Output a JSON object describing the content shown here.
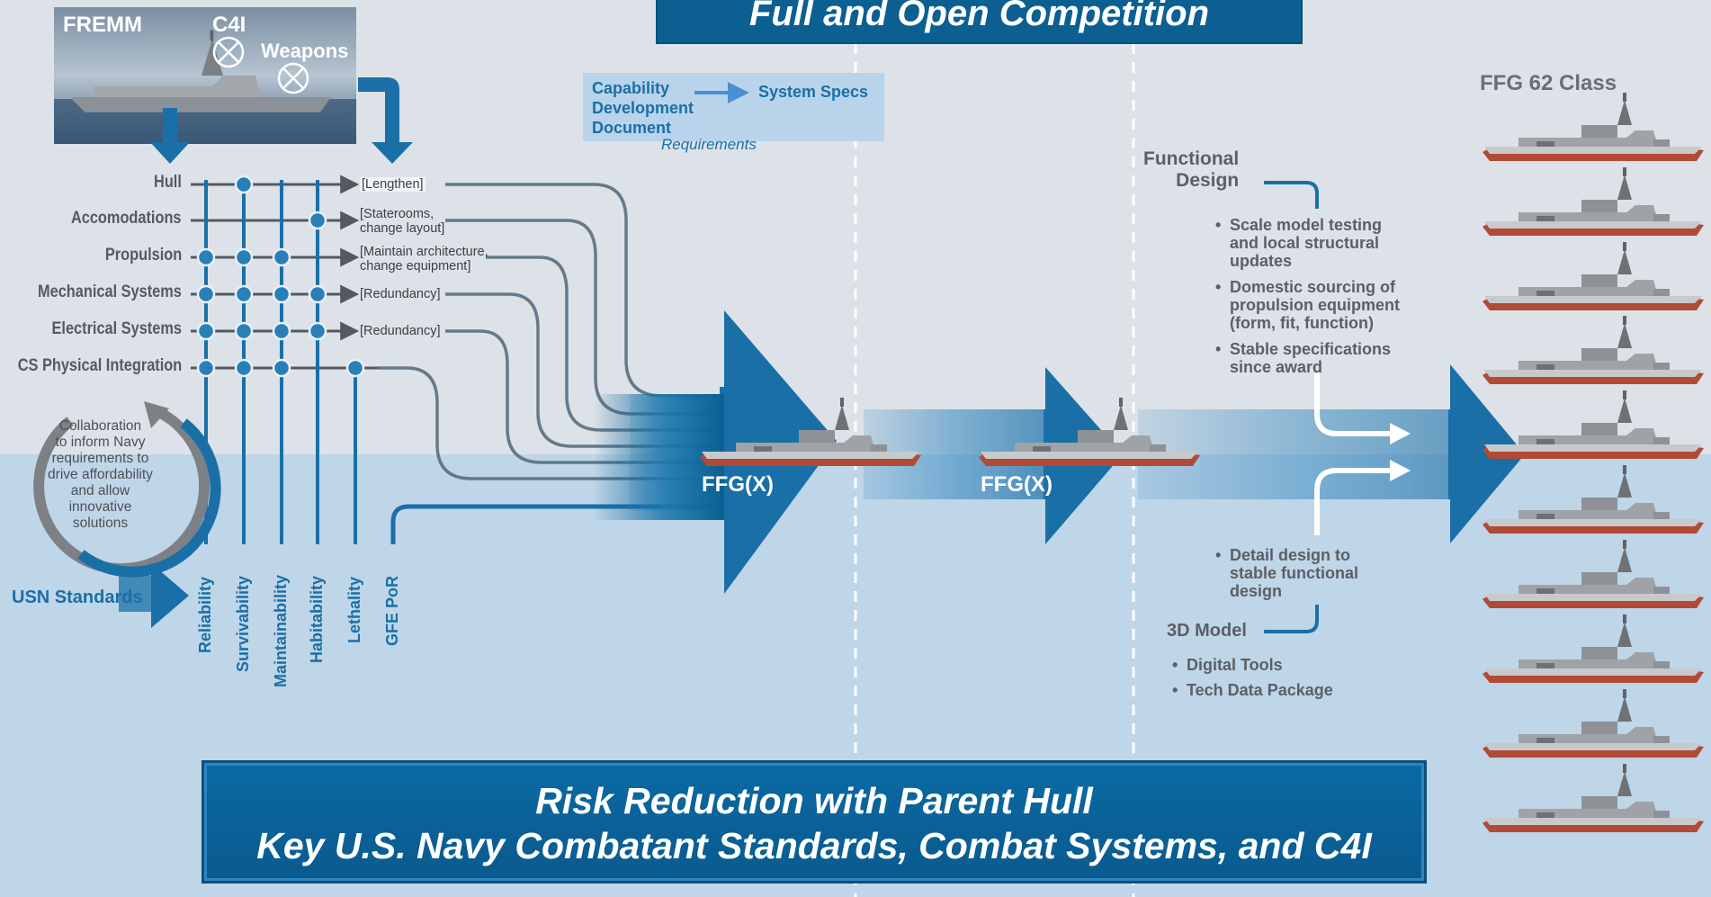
{
  "top_banner": "Full and Open Competition",
  "bottom_banner": {
    "line1": "Risk Reduction with Parent Hull",
    "line2": "Key U.S. Navy Combatant Standards, Combat Systems, and C4I"
  },
  "parent": {
    "ship": "FREMM",
    "c4i": "C4I",
    "weapons": "Weapons"
  },
  "requirements_box": {
    "source": "Capability\nDevelopment\nDocument",
    "target": "System Specs",
    "caption": "Requirements"
  },
  "rows": [
    {
      "label": "Hull",
      "annotation": "[Lengthen]"
    },
    {
      "label": "Accomodations",
      "annotation": "[Staterooms,\nchange layout]"
    },
    {
      "label": "Propulsion",
      "annotation": "[Maintain architecture,\nchange equipment]"
    },
    {
      "label": "Mechanical Systems",
      "annotation": "[Redundancy]"
    },
    {
      "label": "Electrical Systems",
      "annotation": "[Redundancy]"
    },
    {
      "label": "CS Physical Integration",
      "annotation": ""
    }
  ],
  "columns": [
    "Reliability",
    "Survivability",
    "Maintainability",
    "Habitability",
    "Lethality",
    "GFE PoR"
  ],
  "collaboration": "Collaboration\nto inform Navy\nrequirements to\ndrive affordability\nand allow\ninnovative\nsolutions",
  "usn_standards": "USN Standards",
  "ffgx_labels": [
    "FFG(X)",
    "FFG(X)"
  ],
  "ffg62": "FFG 62 Class",
  "functional_design": {
    "title": "Functional\nDesign",
    "bullets": [
      "Scale model testing\nand local structural\nupdates",
      "Domestic sourcing of\npropulsion equipment\n(form, fit, function)",
      "Stable specifications\nsince award"
    ]
  },
  "model_3d": {
    "title": "3D Model",
    "upper_bullet": "Detail design to\nstable functional\ndesign",
    "bullets": [
      "Digital Tools",
      "Tech Data Package"
    ]
  },
  "colors": {
    "dark_blue": "#0b5f91",
    "mid_blue": "#1a6fa7",
    "light_bg": "#e4e7eb",
    "water_bg": "#c0d6e8"
  }
}
